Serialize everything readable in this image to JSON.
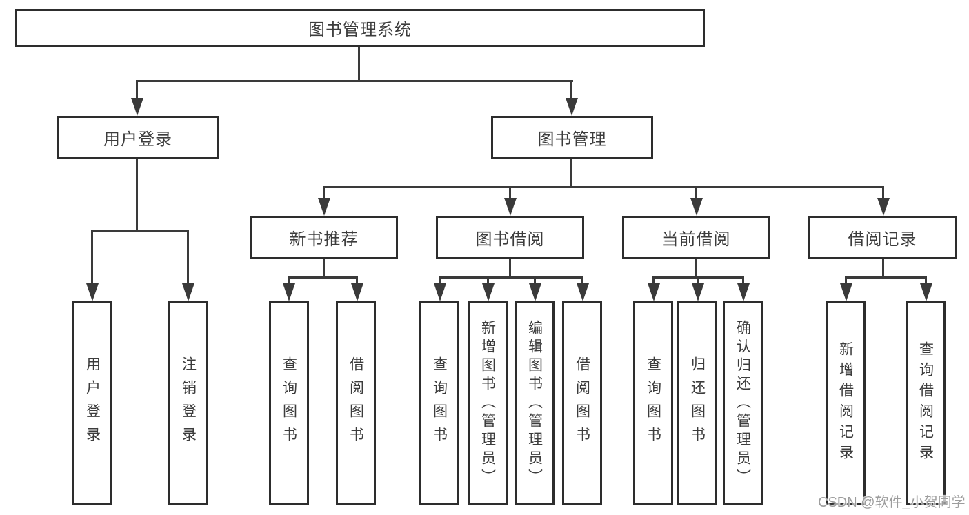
{
  "diagram": {
    "root": {
      "label": "图书管理系统"
    },
    "level2": [
      {
        "label": "用户登录"
      },
      {
        "label": "图书管理"
      }
    ],
    "level3": [
      {
        "label": "新书推荐"
      },
      {
        "label": "图书借阅"
      },
      {
        "label": "当前借阅"
      },
      {
        "label": "借阅记录"
      }
    ],
    "leaves": {
      "user_login": [
        "用户登录",
        "注销登录"
      ],
      "new_book": [
        "查询图书",
        "借阅图书"
      ],
      "book_borrow": [
        "查询图书",
        "新增图书（管理员）",
        "编辑图书（管理员）",
        "借阅图书"
      ],
      "current_borrow": [
        "查询图书",
        "归还图书",
        "确认归还（管理员）"
      ],
      "borrow_records": [
        "新增借阅记录",
        "查询借阅记录"
      ]
    },
    "colors": {
      "line": "#3a3a3a",
      "border": "#2d2d2d",
      "text": "#3c3c3c",
      "watermark_text": "#9d9d9d"
    },
    "watermark": "CSDN @软件_小贺同学"
  }
}
